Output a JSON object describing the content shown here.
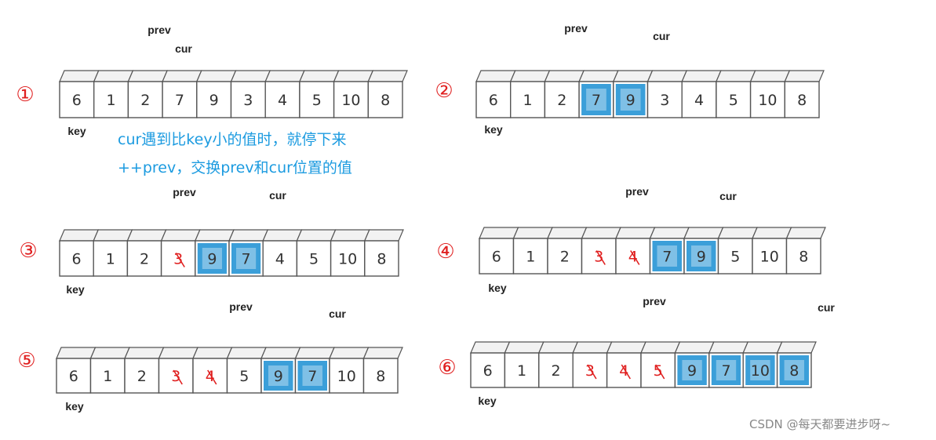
{
  "labels": {
    "prev": "prev",
    "cur": "cur",
    "key": "key"
  },
  "notes": [
    "cur遇到比key小的值时，就停下来",
    "++prev，交换prev和cur位置的值"
  ],
  "watermark": "CSDN @每天都要进步呀~",
  "colors": {
    "highlight": "#2a97d6",
    "step": "#e02020",
    "note": "#1c9be0",
    "old_value": "#e02020"
  },
  "steps": [
    {
      "num": "①",
      "cells": [
        "6",
        "1",
        "2",
        "7",
        "9",
        "3",
        "4",
        "5",
        "10",
        "8"
      ],
      "highlight": [],
      "old": []
    },
    {
      "num": "②",
      "cells": [
        "6",
        "1",
        "2",
        "7",
        "9",
        "3",
        "4",
        "5",
        "10",
        "8"
      ],
      "highlight": [
        3,
        4
      ],
      "old": []
    },
    {
      "num": "③",
      "cells": [
        "6",
        "1",
        "2",
        "3",
        "9",
        "7",
        "4",
        "5",
        "10",
        "8"
      ],
      "highlight": [
        4,
        5
      ],
      "old": [
        3
      ]
    },
    {
      "num": "④",
      "cells": [
        "6",
        "1",
        "2",
        "3",
        "4",
        "7",
        "9",
        "5",
        "10",
        "8"
      ],
      "highlight": [
        5,
        6
      ],
      "old": [
        3,
        4
      ]
    },
    {
      "num": "⑤",
      "cells": [
        "6",
        "1",
        "2",
        "3",
        "4",
        "5",
        "9",
        "7",
        "10",
        "8"
      ],
      "highlight": [
        6,
        7
      ],
      "old": [
        3,
        4
      ]
    },
    {
      "num": "⑥",
      "cells": [
        "6",
        "1",
        "2",
        "3",
        "4",
        "5",
        "9",
        "7",
        "10",
        "8"
      ],
      "highlight": [
        6,
        7,
        8,
        9
      ],
      "old": [
        3,
        4,
        5
      ]
    }
  ]
}
